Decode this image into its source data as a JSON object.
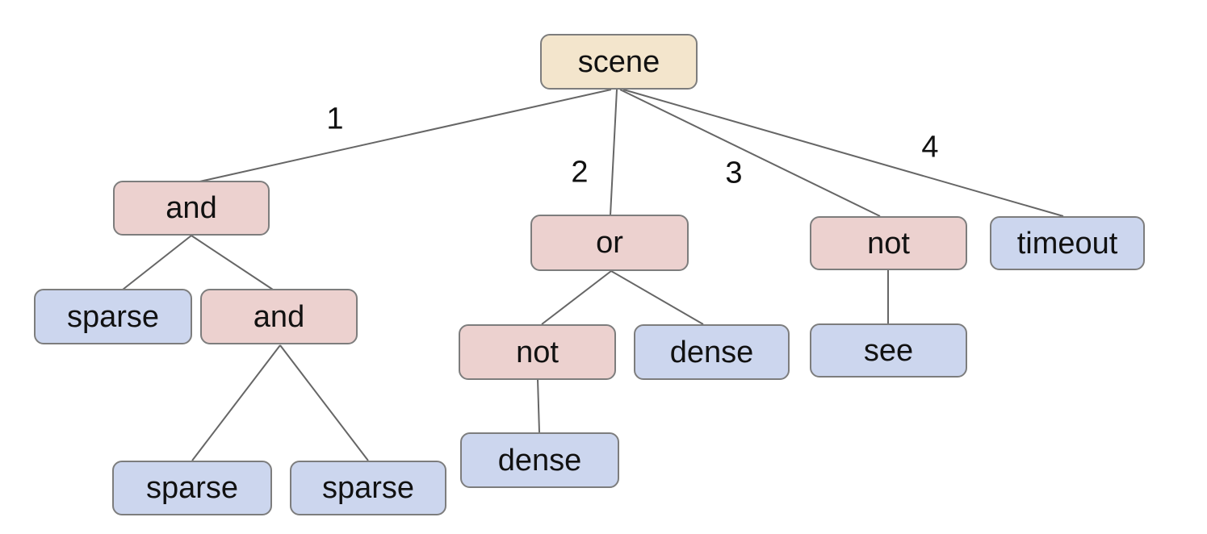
{
  "diagram": {
    "type": "tree",
    "background": "#ffffff",
    "colors": {
      "root_fill": "#f3e5cc",
      "operator_fill": "#ecd1cf",
      "leaf_fill": "#ccd6ee",
      "node_border": "#7d7d7d",
      "edge_line": "#666666",
      "text": "#111111"
    },
    "nodes": [
      {
        "id": "scene",
        "label": "scene",
        "kind": "root"
      },
      {
        "id": "and-1",
        "label": "and",
        "kind": "operator"
      },
      {
        "id": "or-1",
        "label": "or",
        "kind": "operator"
      },
      {
        "id": "not-1",
        "label": "not",
        "kind": "operator"
      },
      {
        "id": "timeout-1",
        "label": "timeout",
        "kind": "leaf"
      },
      {
        "id": "sparse-1",
        "label": "sparse",
        "kind": "leaf"
      },
      {
        "id": "and-2",
        "label": "and",
        "kind": "operator"
      },
      {
        "id": "not-2",
        "label": "not",
        "kind": "operator"
      },
      {
        "id": "dense-1",
        "label": "dense",
        "kind": "leaf"
      },
      {
        "id": "see-1",
        "label": "see",
        "kind": "leaf"
      },
      {
        "id": "sparse-2",
        "label": "sparse",
        "kind": "leaf"
      },
      {
        "id": "sparse-3",
        "label": "sparse",
        "kind": "leaf"
      },
      {
        "id": "dense-2",
        "label": "dense",
        "kind": "leaf"
      }
    ],
    "edges": [
      {
        "from": "scene",
        "to": "and-1",
        "label": "1"
      },
      {
        "from": "scene",
        "to": "or-1",
        "label": "2"
      },
      {
        "from": "scene",
        "to": "not-1",
        "label": "3"
      },
      {
        "from": "scene",
        "to": "timeout-1",
        "label": "4"
      },
      {
        "from": "and-1",
        "to": "sparse-1",
        "label": ""
      },
      {
        "from": "and-1",
        "to": "and-2",
        "label": ""
      },
      {
        "from": "and-2",
        "to": "sparse-2",
        "label": ""
      },
      {
        "from": "and-2",
        "to": "sparse-3",
        "label": ""
      },
      {
        "from": "or-1",
        "to": "not-2",
        "label": ""
      },
      {
        "from": "or-1",
        "to": "dense-1",
        "label": ""
      },
      {
        "from": "not-2",
        "to": "dense-2",
        "label": ""
      },
      {
        "from": "not-1",
        "to": "see-1",
        "label": ""
      }
    ]
  }
}
